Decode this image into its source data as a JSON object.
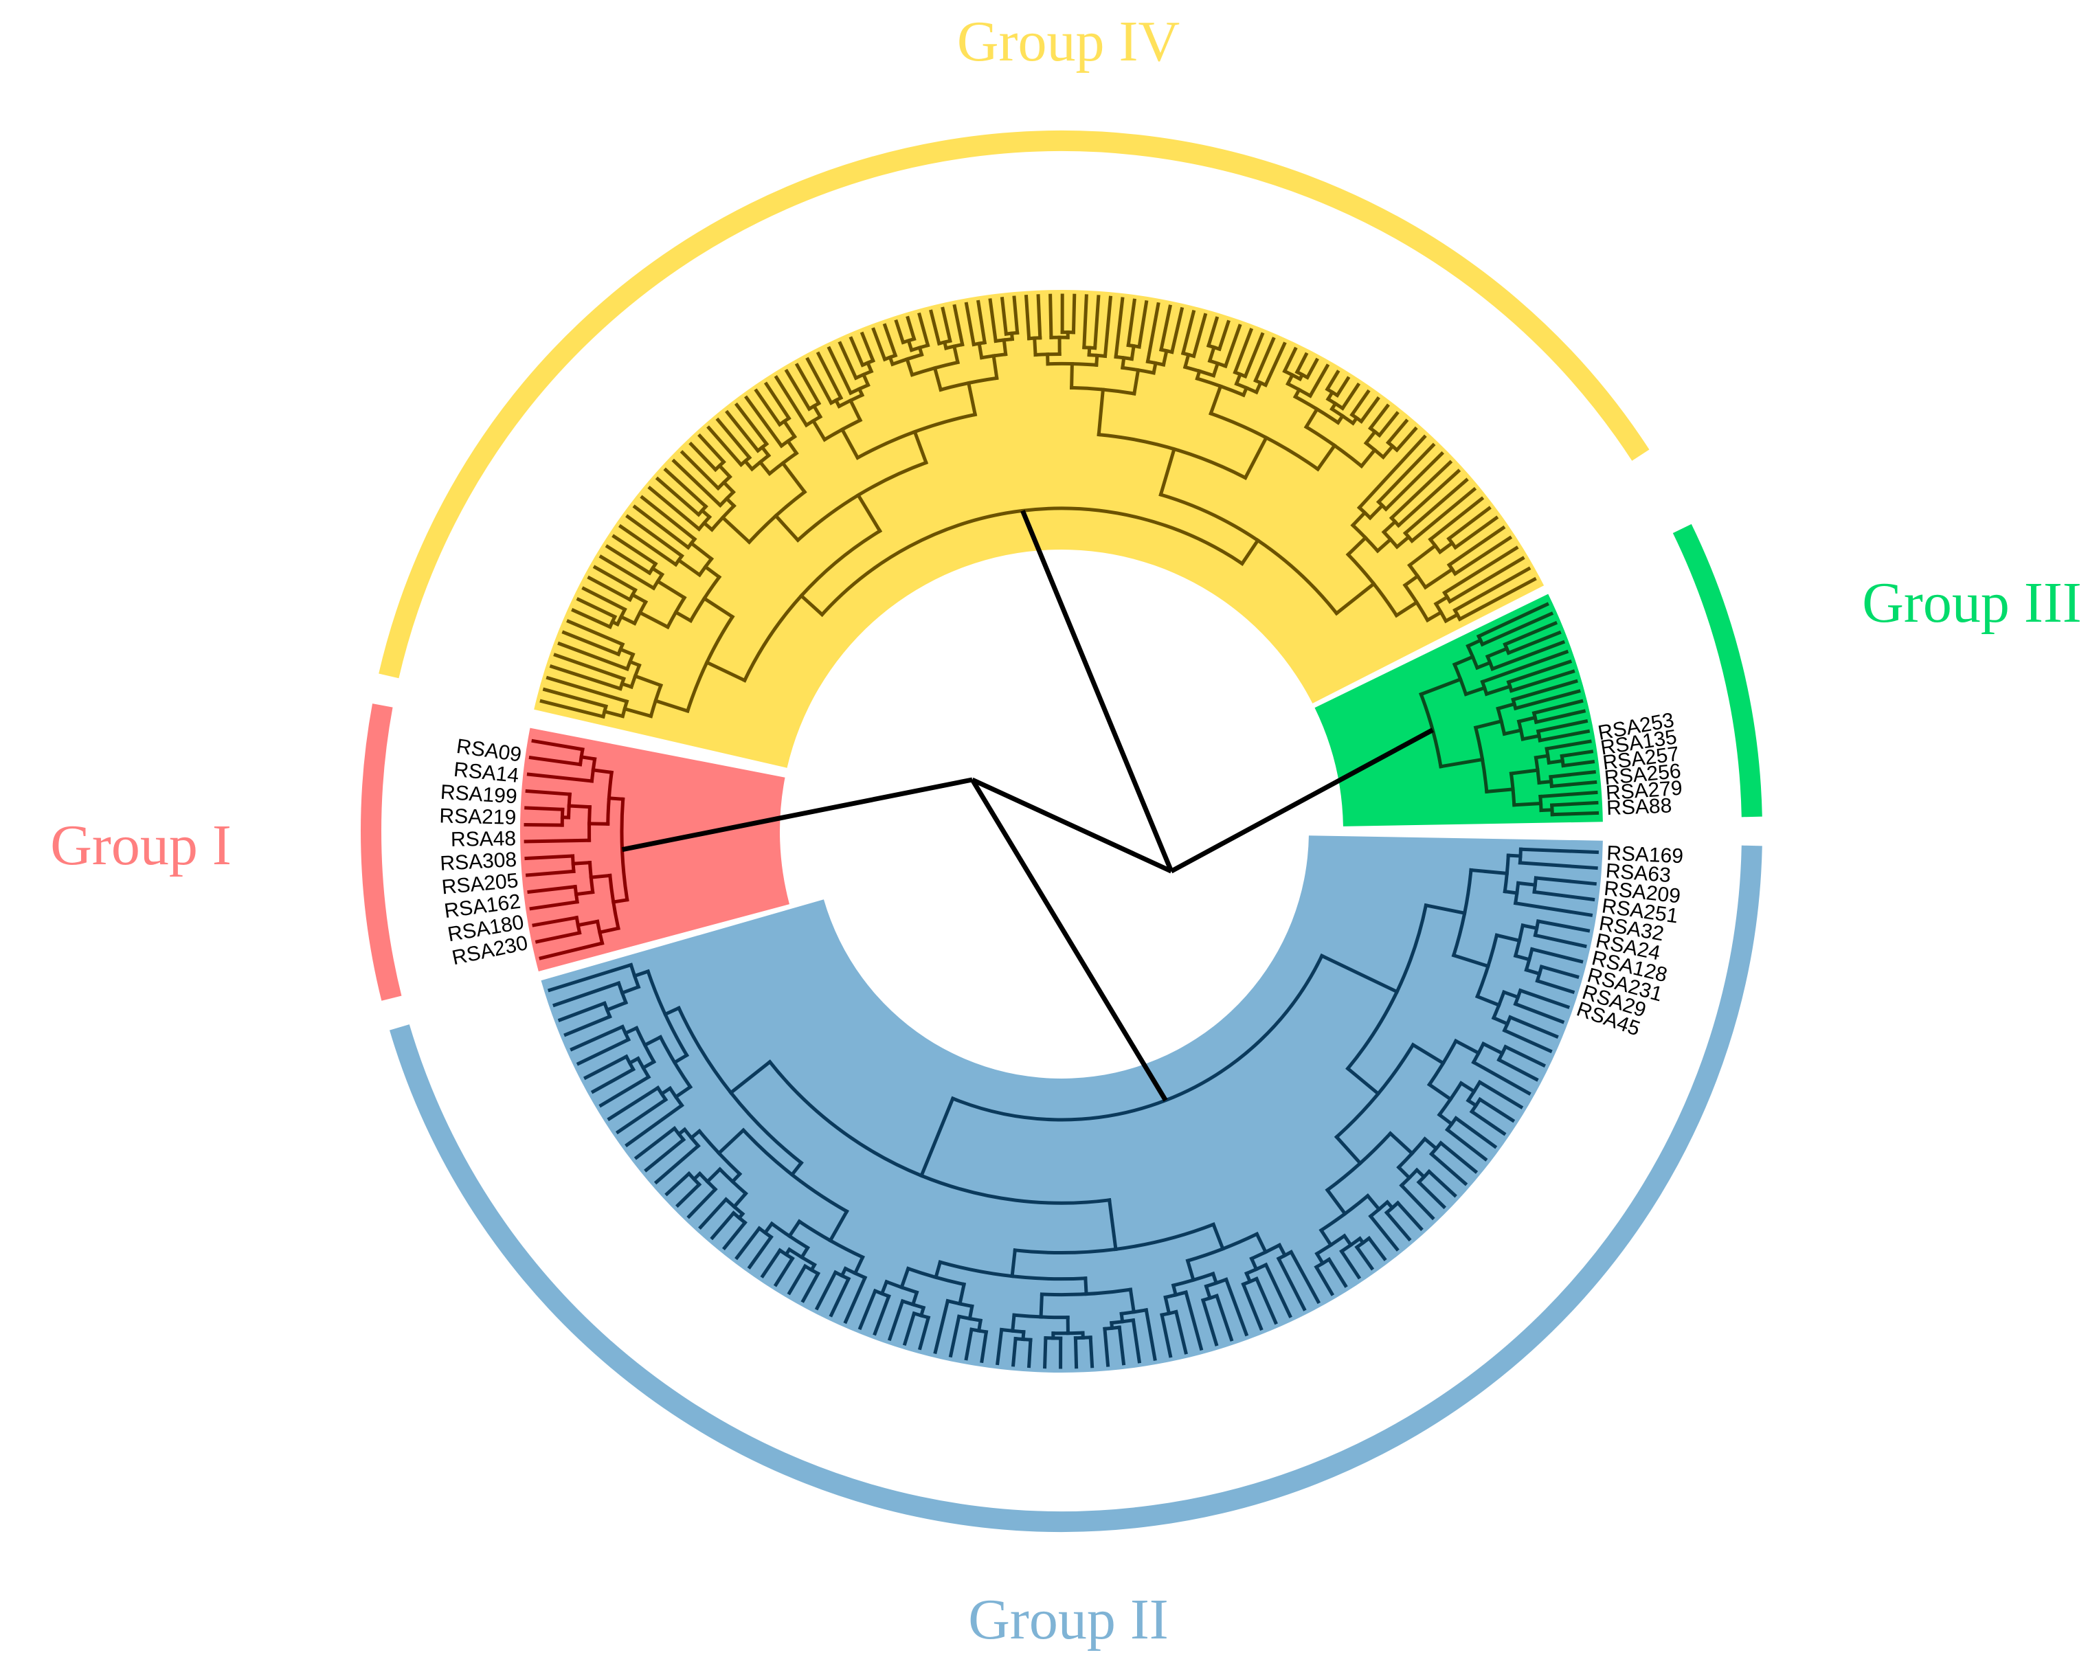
{
  "groups": [
    {
      "id": "I",
      "label": "Group I",
      "color": "#FF7F7F",
      "branch_color": "#8B0000",
      "leaf_count": 14
    },
    {
      "id": "II",
      "label": "Group II",
      "color": "#7FB3D5",
      "branch_color": "#0B3A5C",
      "leaf_count": 96
    },
    {
      "id": "III",
      "label": "Group III",
      "color": "#00DB6A",
      "branch_color": "#0B4A1E",
      "leaf_count": 22
    },
    {
      "id": "IV",
      "label": "Group IV",
      "color": "#FFE15A",
      "branch_color": "#6B5200",
      "leaf_count": 108
    }
  ],
  "leaf_labels": {
    "I": [
      "RSA230",
      "RSA180",
      "RSA162",
      "RSA205",
      "RSA308",
      "RSA48",
      "RSA219",
      "RSA199",
      "RSA14",
      "RSA09"
    ],
    "II": [
      "RSA169",
      "RSA63",
      "RSA209",
      "RSA251",
      "RSA32",
      "RSA24",
      "RSA128",
      "RSA231",
      "RSA29",
      "RSA45"
    ],
    "III": [
      "RSA253",
      "RSA135",
      "RSA257",
      "RSA256",
      "RSA279",
      "RSA88"
    ]
  }
}
